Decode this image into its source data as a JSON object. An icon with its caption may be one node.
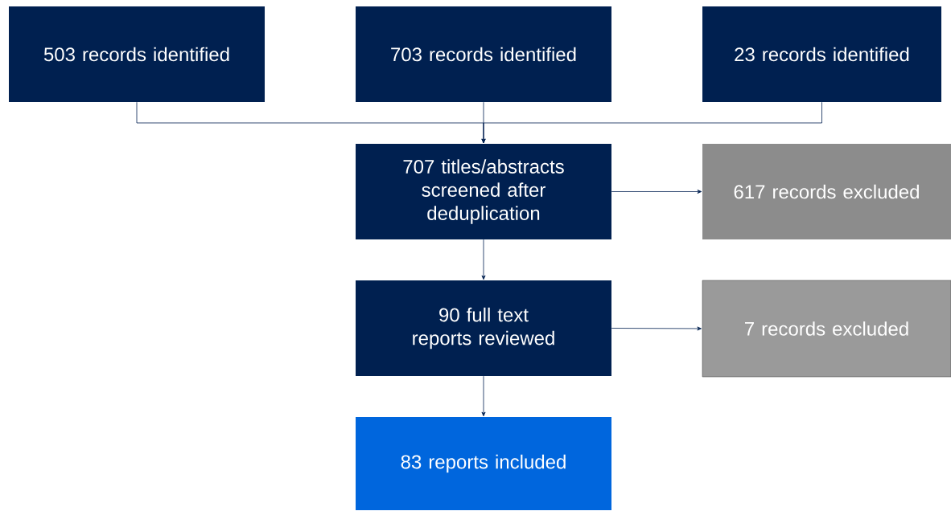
{
  "diagram": {
    "nodes": [
      {
        "text": [
          "503 records identified"
        ]
      },
      {
        "text": [
          "703 records identified"
        ]
      },
      {
        "text": [
          "23 records identified"
        ]
      },
      {
        "text": [
          "707 titles/abstracts screened after deduplication"
        ]
      },
      {
        "text": [
          "617 records excluded"
        ]
      },
      {
        "text": [
          "90 full text reports reviewed"
        ]
      },
      {
        "text": [
          "7 records excluded"
        ]
      },
      {
        "text": [
          "83 reports included"
        ]
      }
    ],
    "edges": [
      {
        "from": 0,
        "to": 3,
        "arrow": "to"
      },
      {
        "from": 1,
        "to": 3,
        "arrow": "to"
      },
      {
        "from": 2,
        "to": 3,
        "arrow": "to"
      },
      {
        "from": 3,
        "to": 4,
        "arrow": "to"
      },
      {
        "from": 3,
        "to": 5,
        "arrow": "to"
      },
      {
        "from": 5,
        "to": 6,
        "arrow": "to"
      },
      {
        "from": 5,
        "to": 7,
        "arrow": "to"
      }
    ]
  }
}
